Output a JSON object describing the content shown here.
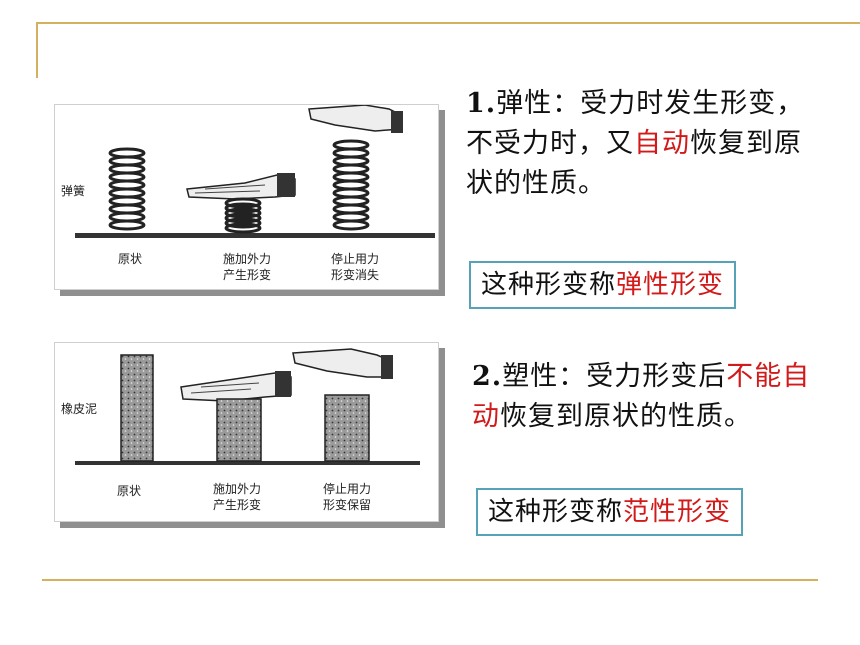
{
  "figure1": {
    "side_label": "弹簧",
    "captions": [
      {
        "line1": "原状",
        "line2": ""
      },
      {
        "line1": "施加外力",
        "line2": "产生形变"
      },
      {
        "line1": "停止用力",
        "line2": "形变消失"
      }
    ]
  },
  "figure2": {
    "side_label": "橡皮泥",
    "captions": [
      {
        "line1": "原状",
        "line2": ""
      },
      {
        "line1": "施加外力",
        "line2": "产生形变"
      },
      {
        "line1": "停止用力",
        "line2": "形变保留"
      }
    ]
  },
  "section1": {
    "number": "1",
    "sep": ".",
    "part1": "弹性：受力时发生形变，不受力时，又",
    "highlight": "自动",
    "part2": "恢复到原状的性质。",
    "box_prefix": "这种形变称",
    "box_highlight": "弹性形变"
  },
  "section2": {
    "number": "2",
    "sep": ".",
    "part1": "塑性：受力形变后",
    "highlight": "不能自动",
    "part2": "恢复到原状的性质。",
    "box_prefix": "这种形变称",
    "box_highlight": "范性形变"
  },
  "colors": {
    "highlight": "#d11a1a",
    "box_border": "#56a3b8",
    "deco_line": "#d4b15e"
  }
}
